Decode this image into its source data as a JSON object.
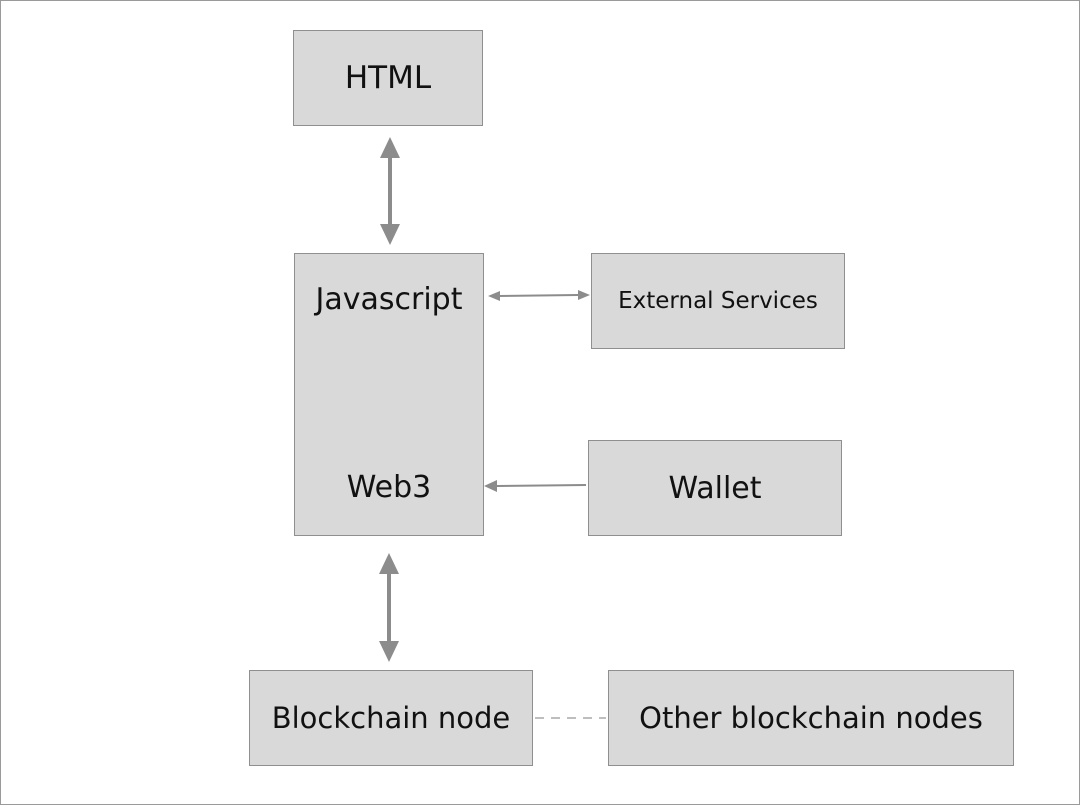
{
  "diagram": {
    "nodes": {
      "html": "HTML",
      "javascript": "Javascript",
      "web3": "Web3",
      "external_services": "External Services",
      "wallet": "Wallet",
      "blockchain_node": "Blockchain node",
      "other_blockchain_nodes": "Other blockchain nodes"
    },
    "colors": {
      "box_fill": "#d9d9d9",
      "box_border": "#8f8f8f",
      "arrow": "#8c8c8c",
      "text": "#111111"
    }
  }
}
